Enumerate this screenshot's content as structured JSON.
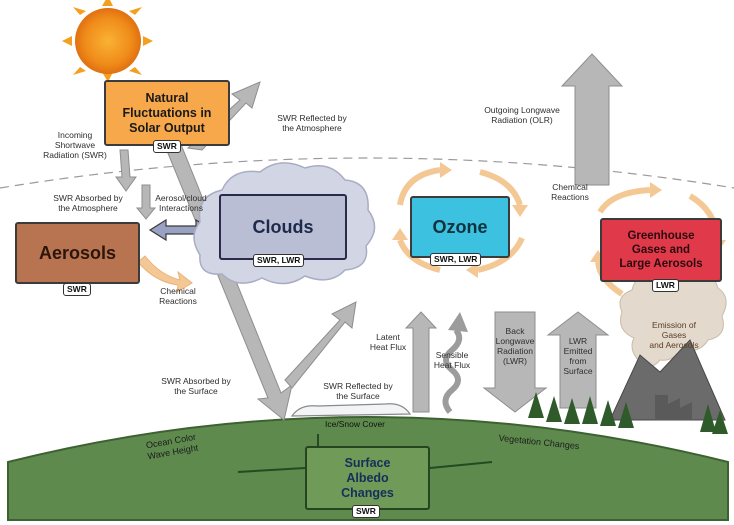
{
  "components": {
    "solar": {
      "title": "Natural\nFluctuations in\nSolar Output",
      "tag": "SWR"
    },
    "clouds": {
      "title": "Clouds",
      "tag": "SWR, LWR"
    },
    "ozone": {
      "title": "Ozone",
      "tag": "SWR, LWR"
    },
    "aerosols": {
      "title": "Aerosols",
      "tag": "SWR"
    },
    "ghg": {
      "title": "Greenhouse\nGases and\nLarge Aerosols",
      "tag": "LWR"
    },
    "albedo": {
      "title": "Surface\nAlbedo\nChanges",
      "tag": "SWR"
    }
  },
  "labels": {
    "incoming_swr": "Incoming\nShortwave\nRadiation (SWR)",
    "swr_reflected_atm": "SWR Reflected by\nthe Atmosphere",
    "olr": "Outgoing Longwave\nRadiation (OLR)",
    "swr_absorbed_atm": "SWR Absorbed by\nthe Atmosphere",
    "aerosol_cloud": "Aerosol/cloud\nInteractions",
    "chem_reactions_left": "Chemical\nReactions",
    "chem_reactions_right": "Chemical\nReactions",
    "latent_heat": "Latent\nHeat Flux",
    "sensible_heat": "Sensible\nHeat Flux",
    "back_lw": "Back\nLongwave\nRadiation\n(LWR)",
    "lwr_emitted": "LWR\nEmitted\nfrom\nSurface",
    "emission": "Emission of\nGases\nand Aerosols",
    "swr_absorbed_surface": "SWR Absorbed by\nthe Surface",
    "swr_reflected_surface": "SWR Reflected by\nthe Surface",
    "ice_snow": "Ice/Snow Cover",
    "ocean": "Ocean Color\nWave Height",
    "vegetation": "Vegetation Changes"
  },
  "colors": {
    "solar": "#f7a84a",
    "clouds": "#b9bed4",
    "ozone": "#3dc1e0",
    "aerosols": "#b87450",
    "ghg": "#e03a4a",
    "albedo": "#6f9a58",
    "ground": "#5e8a4e",
    "arrow_gray": "#b7b7b7",
    "cycle_arrow": "#f4c894"
  }
}
